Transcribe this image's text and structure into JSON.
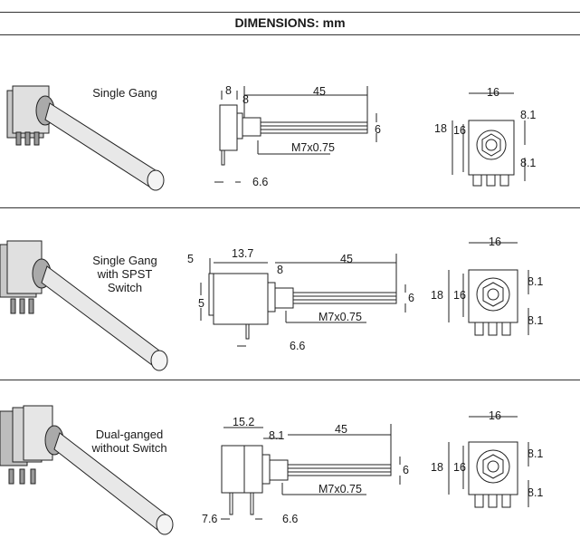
{
  "header": {
    "title": "DIMENSIONS: mm"
  },
  "rows": [
    {
      "label_lines": [
        "Single Gang"
      ],
      "side": {
        "a": "8",
        "b": "8",
        "length": "45",
        "dia": "6",
        "thread": "M7x0.75",
        "pin": "6.6"
      },
      "front": {
        "width": "16",
        "height": "18",
        "inner": "16",
        "upper": "8.1",
        "lower": "8.1"
      }
    },
    {
      "label_lines": [
        "Single Gang",
        "with SPST",
        "Switch"
      ],
      "side": {
        "left": "5",
        "body": "13.7",
        "b": "8",
        "length": "45",
        "dia": "6",
        "thread": "M7x0.75",
        "pin": "6.6",
        "switch": "5"
      },
      "front": {
        "width": "16",
        "height": "18",
        "inner": "16",
        "upper": "8.1",
        "lower": "8.1"
      }
    },
    {
      "label_lines": [
        "Dual-ganged",
        "without Switch"
      ],
      "side": {
        "body": "15.2",
        "b": "8.1",
        "length": "45",
        "dia": "6",
        "thread": "M7x0.75",
        "pin": "6.6",
        "pin2": "7.6"
      },
      "front": {
        "width": "16",
        "height": "18",
        "inner": "16",
        "upper": "8.1",
        "lower": "8.1"
      }
    }
  ]
}
